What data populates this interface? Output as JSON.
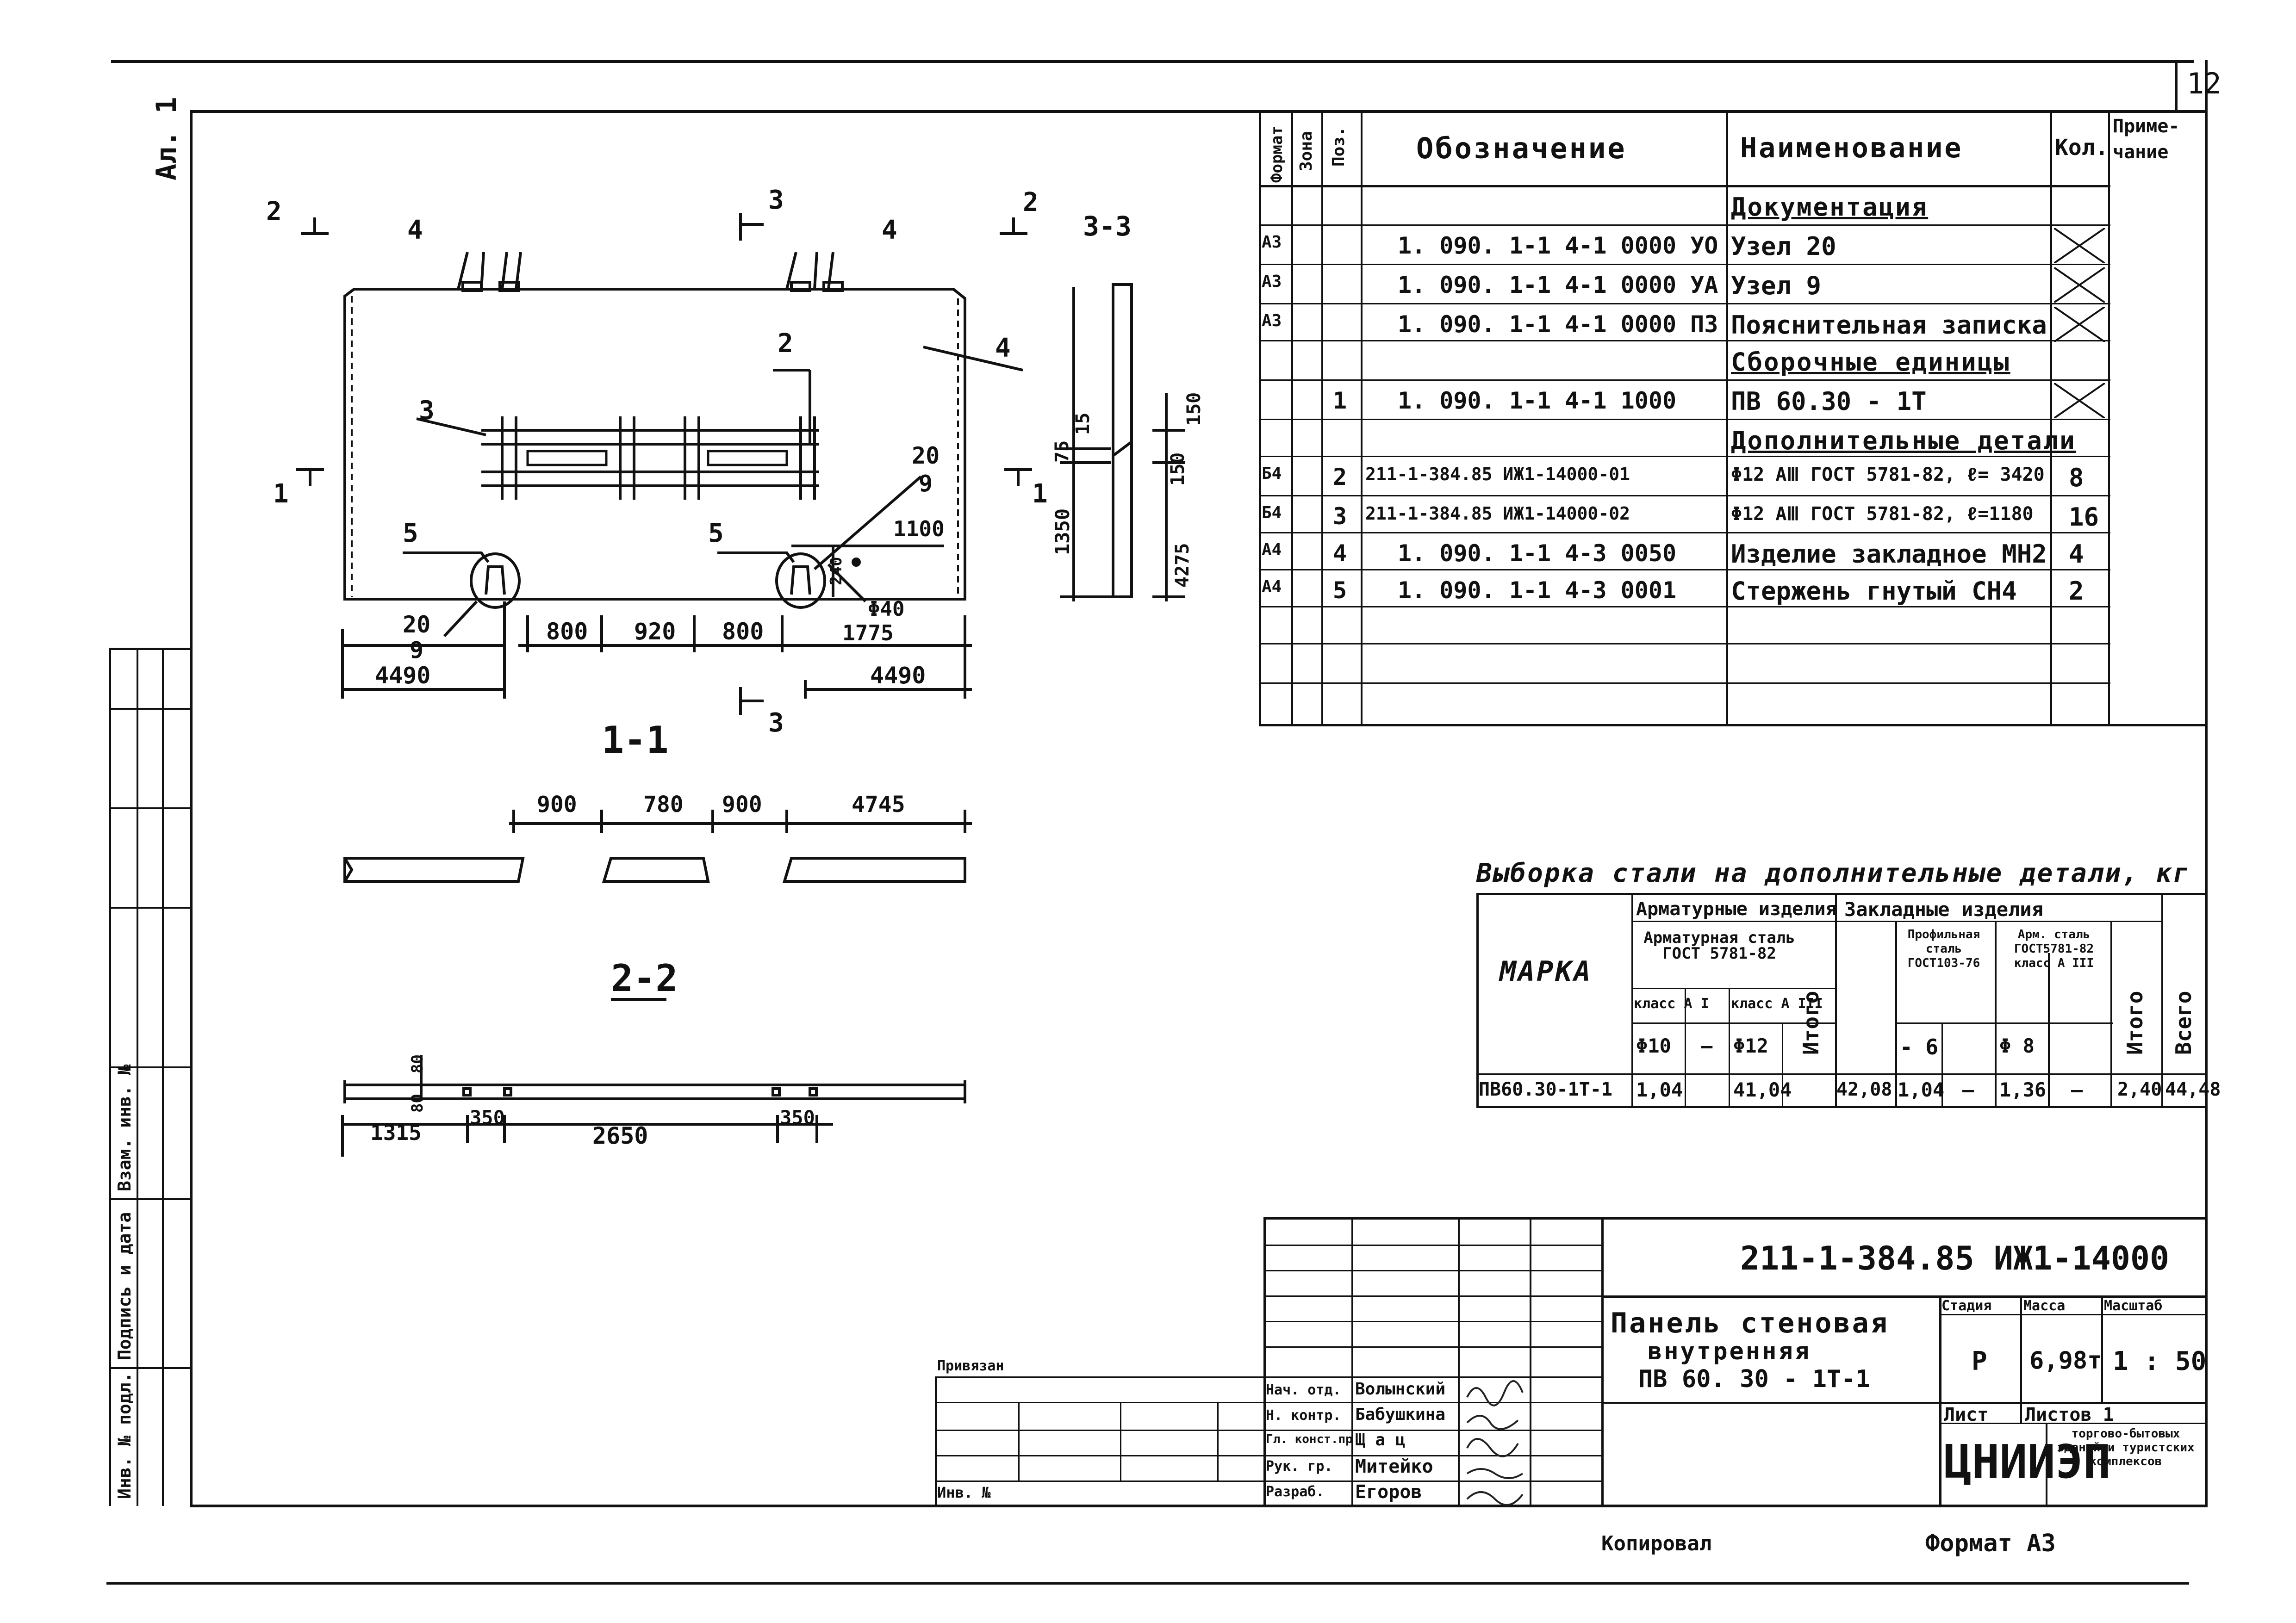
{
  "sheet_number": "12",
  "vertical_label": "Ал. 1",
  "drawing": {
    "section_marks": {
      "s2_left": "2",
      "s2_right": "2",
      "s3_top": "3",
      "s3_bottom": "3",
      "s1_left": "1",
      "s1_right": "1"
    },
    "labels": {
      "pos4_left": "4",
      "pos4_right": "4",
      "pos4_side": "4",
      "pos2": "2",
      "pos3": "3",
      "pos5_left": "5",
      "pos5_right": "5",
      "detail_20_a": "20",
      "detail_9_a": "9",
      "detail_20_b": "20",
      "detail_9_b": "9"
    },
    "dims_front": {
      "d800a": "800",
      "d920": "920",
      "d800b": "800",
      "d1775": "1775",
      "d4490a": "4490",
      "d4490b": "4490",
      "d1100": "1100",
      "d240": "240",
      "dphi40": "Φ40"
    },
    "section33": {
      "title": "3-3",
      "d1350": "1350",
      "d75": "75",
      "d15": "15",
      "d150a": "150",
      "d150b": "150",
      "d4275": "4275"
    },
    "section11": {
      "title": "1-1",
      "d900a": "900",
      "d780": "780",
      "d900b": "900",
      "d4745": "4745"
    },
    "section22": {
      "title": "2-2",
      "d80a": "80",
      "d80b": "80",
      "d1315": "1315",
      "d350a": "350",
      "d2650": "2650",
      "d350b": "350"
    }
  },
  "spec": {
    "headers": {
      "format": "Формат",
      "zone": "Зона",
      "pos": "Поз.",
      "designation": "Обозначение",
      "name": "Наименование",
      "qty": "Кол.",
      "note": "Приме-\nчание"
    },
    "rows": [
      {
        "format": "",
        "zone": "",
        "pos": "",
        "designation": "",
        "name": "Документация",
        "qty": "",
        "note": "",
        "underline": true
      },
      {
        "format": "А3",
        "zone": "",
        "pos": "",
        "designation": "1. 090. 1-1  4-1  0000 УО",
        "name": "Узел  20",
        "qty": "",
        "note": "",
        "cross": true
      },
      {
        "format": "А3",
        "zone": "",
        "pos": "",
        "designation": "1. 090. 1-1  4-1  0000 УА",
        "name": "Узел   9",
        "qty": "",
        "note": "",
        "cross": true
      },
      {
        "format": "А3",
        "zone": "",
        "pos": "",
        "designation": "1. 090. 1-1  4-1  0000 ПЗ",
        "name": "Пояснительная записка",
        "qty": "",
        "note": "",
        "cross": true
      },
      {
        "format": "",
        "zone": "",
        "pos": "",
        "designation": "",
        "name": "Сборочные единицы",
        "qty": "",
        "note": "",
        "underline": true
      },
      {
        "format": "",
        "zone": "",
        "pos": "1",
        "designation": "1. 090. 1-1  4-1  1000",
        "name": "ПВ 60.30 - 1Т",
        "qty": "",
        "note": "",
        "cross": true
      },
      {
        "format": "",
        "zone": "",
        "pos": "",
        "designation": "",
        "name": "Дополнительные детали",
        "qty": "",
        "note": "",
        "underline": true
      },
      {
        "format": "Б4",
        "zone": "",
        "pos": "2",
        "designation": "211-1-384.85 ИЖ1-14000-01",
        "name": "Φ12 АⅢ ГОСТ 5781-82, ℓ= 3420",
        "qty": "8",
        "note": ""
      },
      {
        "format": "Б4",
        "zone": "",
        "pos": "3",
        "designation": "211-1-384.85 ИЖ1-14000-02",
        "name": "Φ12 АⅢ ГОСТ 5781-82, ℓ=1180",
        "qty": "16",
        "note": ""
      },
      {
        "format": "А4",
        "zone": "",
        "pos": "4",
        "designation": "1. 090. 1-1  4-3  0050",
        "name": "Изделие закладное МН2",
        "qty": "4",
        "note": ""
      },
      {
        "format": "А4",
        "zone": "",
        "pos": "5",
        "designation": "1. 090. 1-1  4-3  0001",
        "name": "Стержень гнутый СН4",
        "qty": "2",
        "note": ""
      },
      {
        "format": "",
        "zone": "",
        "pos": "",
        "designation": "",
        "name": "",
        "qty": "",
        "note": ""
      },
      {
        "format": "",
        "zone": "",
        "pos": "",
        "designation": "",
        "name": "",
        "qty": "",
        "note": ""
      }
    ]
  },
  "steel": {
    "title": "Выборка стали на дополнительные детали, кг",
    "h_marka": "МАРКА",
    "h_arm_izd": "Арматурные изделия",
    "h_zakl_izd": "Закладные изделия",
    "h_arm_stal": "Арматурная сталь ГОСТ 5781-82",
    "h_class_a1": "класс А I",
    "h_class_a3": "класс А III",
    "h_phi10": "Φ10",
    "h_dash1": "–",
    "h_phi12": "Φ12",
    "h_itogo1": "Итого",
    "h_prof": "Профильная сталь ГОСТ103-76",
    "h_arm_stal2": "Арм. сталь ГОСТ5781-82 класс А III",
    "h_m6": "- 6",
    "h_phi8": "Φ 8",
    "h_itogo2": "Итого",
    "h_vsego": "Всего",
    "row": [
      "ПВ60.30-1Т-1",
      "1,04",
      "",
      "41,04",
      "",
      "42,08",
      "1,04",
      "–",
      "1,36",
      "–",
      "2,40",
      "44,48"
    ]
  },
  "stamp": {
    "code": "211-1-384.85 ИЖ1-14000",
    "title_line1": "Панель стеновая",
    "title_line2": "внутренняя",
    "title_line3": "ПВ 60. 30 - 1Т-1",
    "stage_h": "Стадия",
    "mass_h": "Масса",
    "scale_h": "Масштаб",
    "stage": "Р",
    "mass": "6,98т",
    "scale": "1 : 50",
    "sheet": "Лист",
    "sheets": "Листов  1",
    "org": "ЦНИИЭП",
    "org_sub": "торгово-бытовых зданий и туристских комплексов",
    "privyazan": "Привязан",
    "inv": "Инв. №",
    "roles": [
      "Нач. отд.",
      "Н. контр.",
      "Гл. конст.пр",
      "Рук. гр.",
      "Разраб."
    ],
    "names": [
      "Волынский",
      "Бабушкина",
      "Щ а ц",
      "Митейко",
      "Егоров"
    ]
  },
  "left_strip": [
    "Инв. № подл.",
    "Подпись и дата",
    "Взам. инв. №"
  ],
  "footer": {
    "copied": "Копировал",
    "format": "Формат А3"
  }
}
